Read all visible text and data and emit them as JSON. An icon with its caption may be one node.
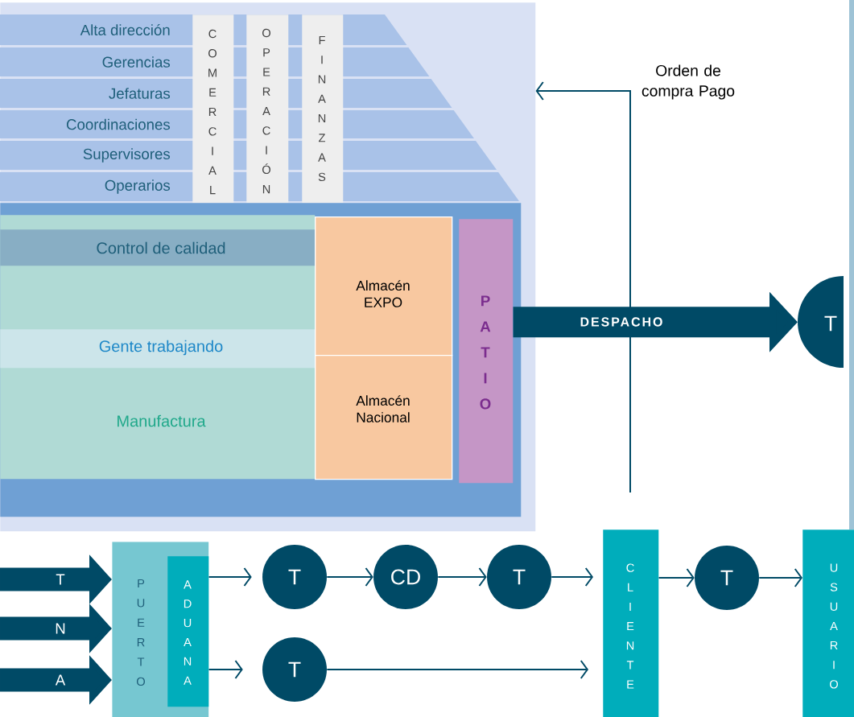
{
  "diagram": {
    "nodes": [
      {
        "text": [],
        "shape": "box"
      },
      {
        "text": [
          "Alta dirección"
        ],
        "in": 0
      },
      {
        "text": [
          "Gerencias"
        ],
        "in": 0
      },
      {
        "text": [
          "Jefaturas"
        ],
        "in": 0
      },
      {
        "text": [
          "Coordinaciones"
        ],
        "in": 0
      },
      {
        "text": [
          "Supervisores"
        ],
        "in": 0
      },
      {
        "text": [
          "Operarios"
        ],
        "in": 0
      },
      {
        "text": [
          "C O M E R C I A L"
        ],
        "in": 0
      },
      {
        "text": [
          "O P E R A C I Ó N"
        ],
        "in": 0
      },
      {
        "text": [
          "F I N A N Z A S"
        ],
        "in": 0
      },
      {
        "text": [],
        "shape": "box",
        "in": 0
      },
      {
        "text": [
          "Manufactura"
        ],
        "in": 10
      },
      {
        "text": [
          "Control de calidad"
        ],
        "in": 11
      },
      {
        "text": [
          "Gente trabajando"
        ],
        "in": 11
      },
      {
        "text": [
          "Almacén EXPO"
        ],
        "in": 10
      },
      {
        "text": [
          "Almacén Nacional"
        ],
        "in": 10
      },
      {
        "text": [
          "P A T I O"
        ],
        "in": 10
      },
      {
        "text": [
          "T"
        ]
      },
      {
        "text": [
          "P U E R T O"
        ]
      },
      {
        "text": [
          "A D U A N A"
        ],
        "in": 18
      },
      {
        "text": [
          "T"
        ]
      },
      {
        "text": [
          "CD"
        ]
      },
      {
        "text": [
          "T"
        ]
      },
      {
        "text": [
          "T"
        ]
      },
      {
        "text": [
          "C L I E N T E"
        ]
      },
      {
        "text": [
          "T"
        ]
      },
      {
        "text": [
          "U S U A R I O"
        ]
      }
    ],
    "edges": [
      {
        "from": 16,
        "to": 17,
        "arrow": "to",
        "label": "DESPACHO",
        "style": "thick"
      },
      {
        "from": null,
        "to": 0,
        "arrow": "to",
        "label": "Orden de compra Pago"
      },
      {
        "from": null,
        "to": 18,
        "arrow": "to",
        "label": "T",
        "style": "thick"
      },
      {
        "from": null,
        "to": 18,
        "arrow": "to",
        "label": "N",
        "style": "thick"
      },
      {
        "from": null,
        "to": 18,
        "arrow": "to",
        "label": "A",
        "style": "thick"
      },
      {
        "from": 19,
        "to": 20,
        "arrow": "to"
      },
      {
        "from": 20,
        "to": 21,
        "arrow": "to"
      },
      {
        "from": 21,
        "to": 22,
        "arrow": "to"
      },
      {
        "from": 22,
        "to": 24,
        "arrow": "to"
      },
      {
        "from": 19,
        "to": 23,
        "arrow": "to"
      },
      {
        "from": 23,
        "to": 24,
        "arrow": "to"
      },
      {
        "from": 24,
        "to": 25,
        "arrow": "to"
      },
      {
        "from": 25,
        "to": 26,
        "arrow": "to"
      }
    ]
  }
}
